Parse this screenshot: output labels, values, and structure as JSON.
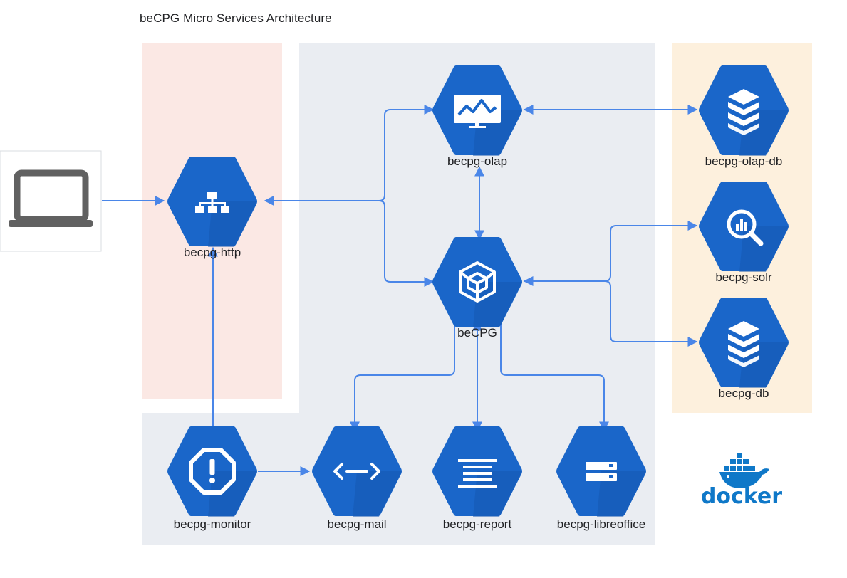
{
  "title": "beCPG Micro Services Architecture",
  "colors": {
    "hex_blue": "#1a66c9",
    "arrow_blue": "#4a86e8",
    "client_zone": "#fbe8e4",
    "app_zone": "#eaedf2",
    "data_zone": "#fdf0dd",
    "docker_blue": "#0f78c8"
  },
  "nodes": {
    "client": {
      "icon": "laptop-icon"
    },
    "http": {
      "label": "becpg-http",
      "icon": "sitemap-icon"
    },
    "olap": {
      "label": "becpg-olap",
      "icon": "monitor-chart-icon"
    },
    "becpg": {
      "label": "beCPG",
      "icon": "cube-icon"
    },
    "olap_db": {
      "label": "becpg-olap-db",
      "icon": "database-layers-icon"
    },
    "solr": {
      "label": "becpg-solr",
      "icon": "search-analytics-icon"
    },
    "db": {
      "label": "becpg-db",
      "icon": "database-layers-icon"
    },
    "monitor": {
      "label": "becpg-monitor",
      "icon": "alert-icon"
    },
    "mail": {
      "label": "becpg-mail",
      "icon": "code-arrows-icon"
    },
    "report": {
      "label": "becpg-report",
      "icon": "document-lines-icon"
    },
    "libreoffice": {
      "label": "becpg-libreoffice",
      "icon": "server-icon"
    }
  },
  "docker": {
    "label": "docker",
    "icon": "docker-whale-icon"
  }
}
